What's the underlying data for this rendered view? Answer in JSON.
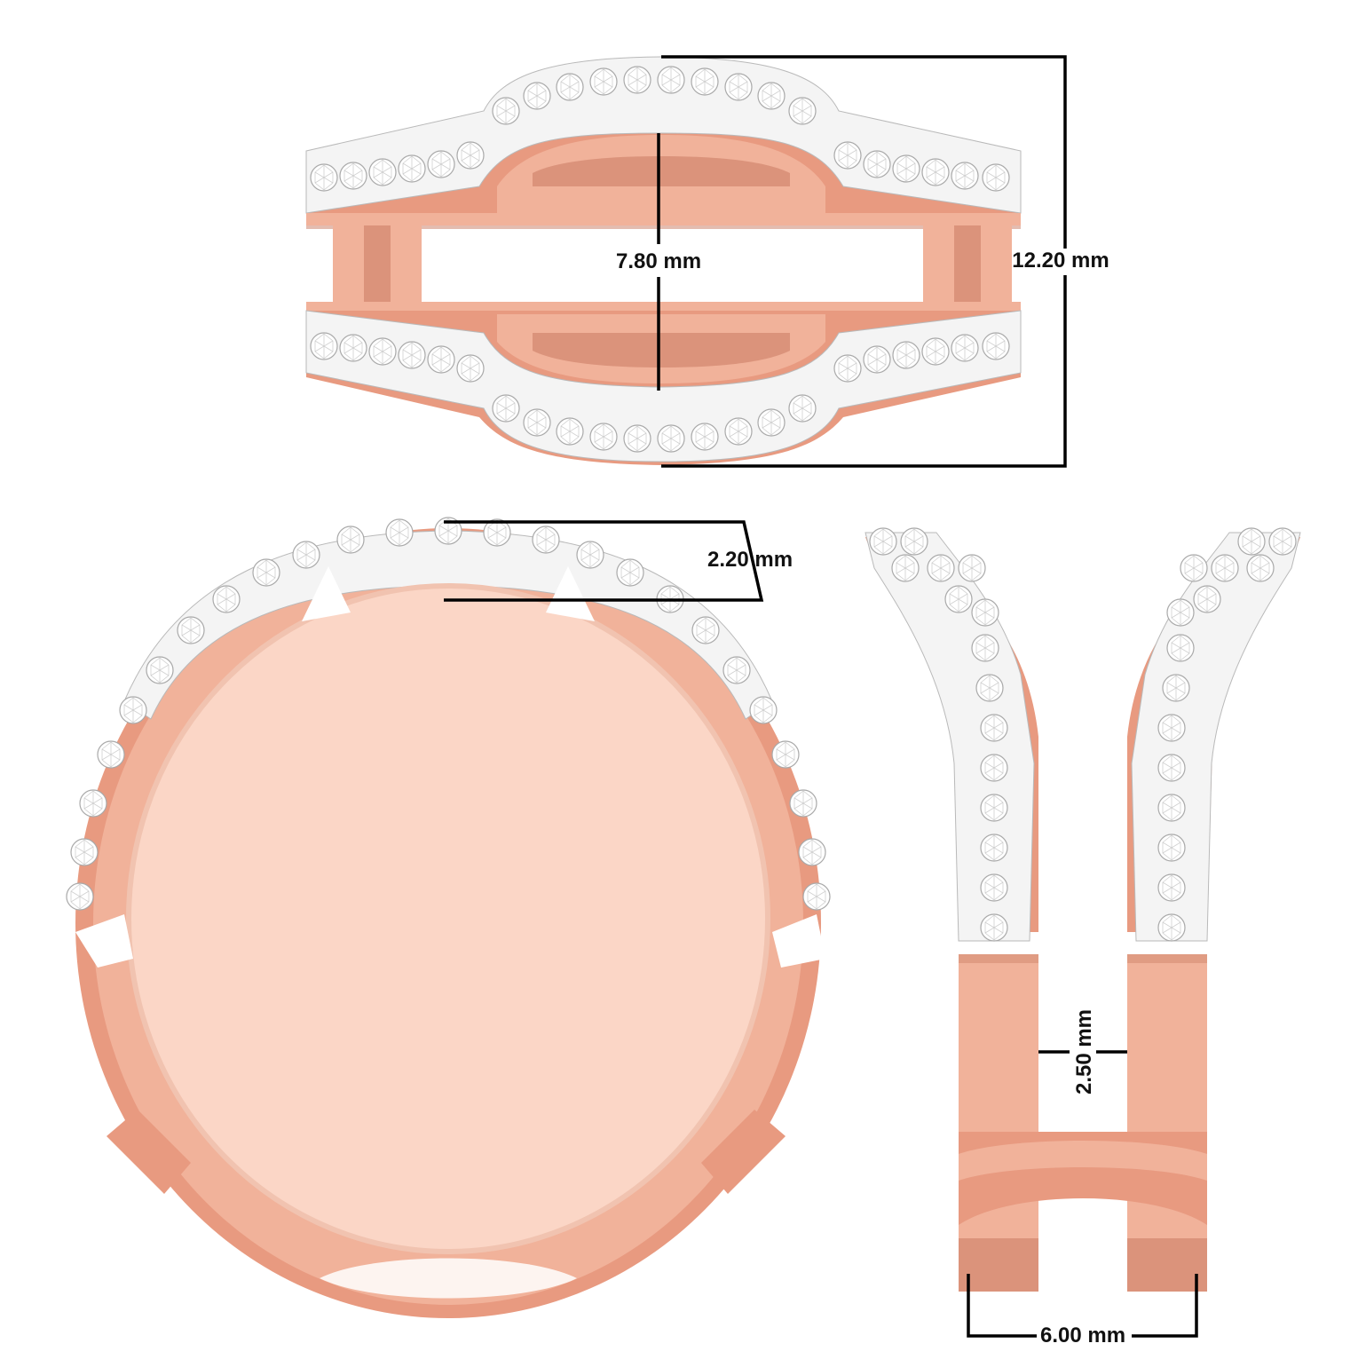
{
  "colors": {
    "metal": "#f1b29a",
    "metal_shadow": "#c97a62",
    "setting": "#f4f4f4",
    "dimension_line": "#000000"
  },
  "views": {
    "front": {
      "inner_height_label": "7.80 mm",
      "total_height_label": "12.20 mm"
    },
    "side_profile": {
      "band_width_label": "2.20 mm"
    },
    "top": {
      "gap_label": "2.50 mm",
      "width_label": "6.00 mm"
    }
  }
}
